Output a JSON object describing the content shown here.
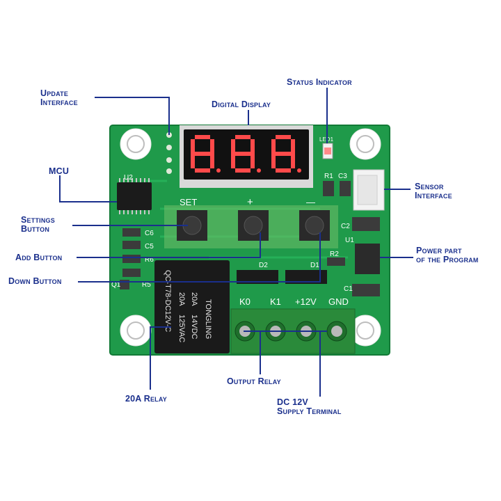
{
  "labels": {
    "update_interface": [
      "Update",
      "Interface"
    ],
    "status_indicator": "Status Indicator",
    "digital_display": "Digital Display",
    "mcu": "MCU",
    "sensor_interface": [
      "Sensor",
      "Interface"
    ],
    "settings_button": [
      "Settings",
      "Button"
    ],
    "power_part": [
      "Power part",
      "of the Program"
    ],
    "add_button": "Add Button",
    "down_button": "Down Button",
    "output_relay": "Output Relay",
    "relay_20a": "20A Relay",
    "dc_supply": [
      "DC 12V",
      "Supply Terminal"
    ]
  },
  "board": {
    "silk_set": "SET",
    "silk_plus": "+",
    "silk_minus": "—",
    "silk_u2": "U2",
    "silk_led1": "LED1",
    "silk_r1": "R1",
    "silk_c3": "C3",
    "silk_c6": "C6",
    "silk_c5": "C5",
    "silk_r6": "R6",
    "silk_r5": "R5",
    "silk_q1": "Q1",
    "silk_d2": "D2",
    "silk_d1": "D1",
    "silk_r2": "R2",
    "silk_c2": "C2",
    "silk_u1": "U1",
    "silk_c1": "C1",
    "terminal_labels": [
      "K0",
      "K1",
      "+12V",
      "GND"
    ],
    "relay_text": {
      "brand": "TONGLING",
      "model": "QC-T78-DC12V-C",
      "rating_current_a": "20A",
      "rating_ac": "125VAC",
      "rating_current_b": "20A",
      "rating_dc": "14VDC"
    },
    "display_digits": [
      "8.",
      "8.",
      "8."
    ]
  },
  "colors": {
    "label": "#1a2f8c",
    "pcb": "#1f9a4a",
    "pcb_dark": "#157a37",
    "silk": "#ffffff",
    "display_bg": "#111111",
    "segment": "#ff4a4a",
    "terminal": "#2a8a3a",
    "relay": "#1a1a1a"
  }
}
